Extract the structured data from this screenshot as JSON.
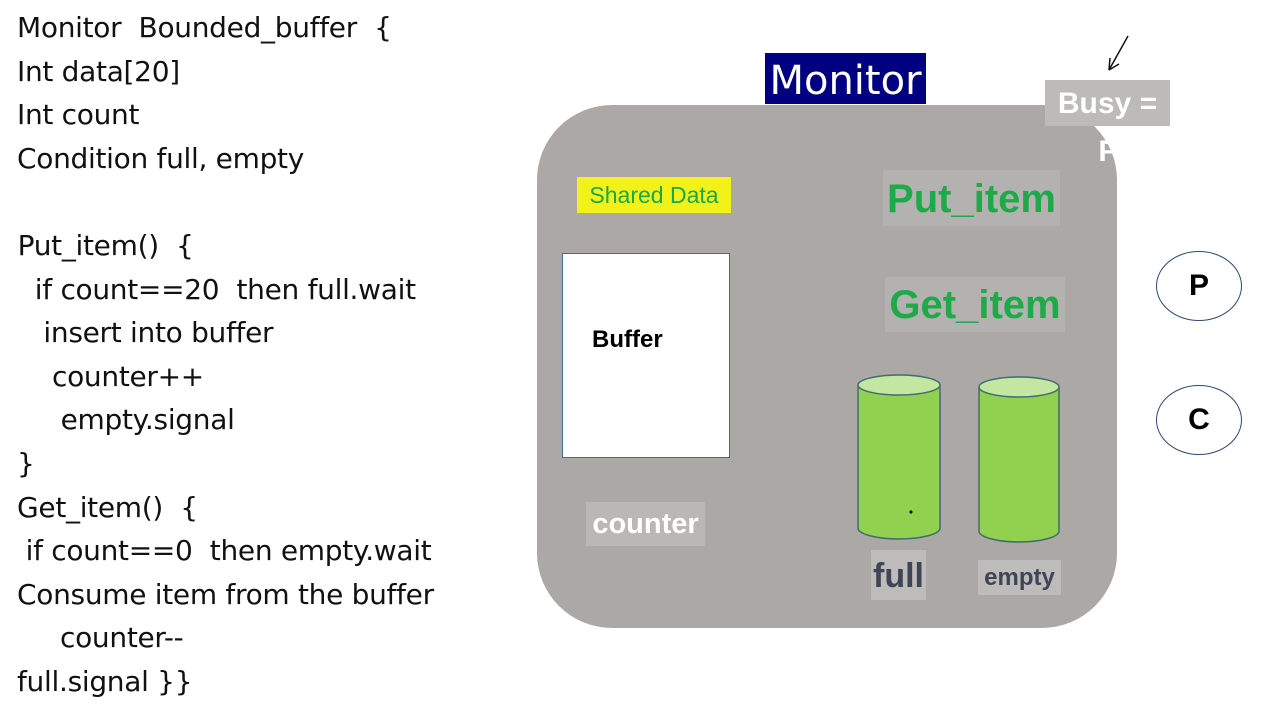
{
  "code_lines": [
    "Monitor  Bounded_buffer  {",
    "Int data[20]",
    "Int count",
    "Condition full, empty",
    "",
    " Put_item()  {",
    "   if count==20  then full.wait",
    "    insert into buffer",
    "     counter++",
    "      empty.signal",
    "}",
    "Get_item()  {",
    " if count==0  then empty.wait",
    "Consume item from the buffer",
    "     counter--",
    "full.signal }}"
  ],
  "diagram": {
    "title": "Monitor",
    "busy_label": "Busy = F",
    "shared_data": "Shared Data",
    "buffer": "Buffer",
    "counter": "counter",
    "put_item": "Put_item",
    "get_item": "Get_item",
    "full": "full",
    "empty": "empty",
    "producer": "P",
    "consumer": "C"
  },
  "colors": {
    "monitor_box": "#aba8a5",
    "title_bg": "#000080",
    "cylinder": "#92d050",
    "operation_text": "#1faa4a",
    "shared_bg": "#f2f21a"
  }
}
